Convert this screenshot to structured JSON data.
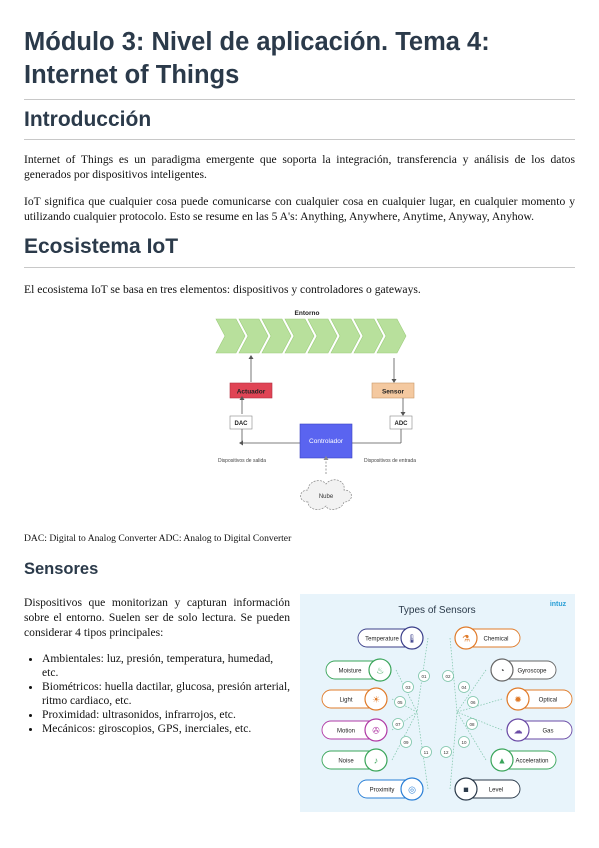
{
  "title": "Módulo 3: Nivel de aplicación. Tema 4: Internet of Things",
  "sections": {
    "intro": {
      "heading": "Introducción",
      "paragraphs": [
        "Internet of Things es un paradigma emergente que soporta la integración, transferencia y análisis de los datos generados por dispositivos inteligentes.",
        "IoT significa que cualquier cosa puede comunicarse con cualquier cosa en cualquier lugar, en cualquier momento y utilizando cualquier protocolo. Esto se resume en las 5 A's: Anything, Anywhere, Anytime, Anyway, Anyhow."
      ]
    },
    "ecosystem": {
      "heading": "Ecosistema IoT",
      "paragraph": "El ecosistema IoT se basa en tres elementos: dispositivos y controladores o gateways.",
      "diagram": {
        "entorno": "Entorno",
        "actuador": "Actuador",
        "sensor": "Sensor",
        "dac": "DAC",
        "adc": "ADC",
        "controlador": "Controlador",
        "left_label": "Dispositivos de salida",
        "right_label": "Dispositivos de entrada",
        "nube": "Nube"
      },
      "caption": "DAC: Digital to Analog Converter ADC: Analog to Digital Converter"
    },
    "sensors": {
      "heading": "Sensores",
      "paragraph": "Dispositivos que monitorizan y capturan información sobre el entorno. Suelen ser de solo lectura. Se pueden considerar 4 tipos principales:",
      "types": [
        "Ambientales: luz, presión, temperatura, humedad, etc.",
        "Biométricos: huella dactilar, glucosa, presión arterial, ritmo cardiaco, etc.",
        "Proximidad: ultrasonidos, infrarrojos, etc.",
        "Mecánicos: giroscopios, GPS, inerciales, etc."
      ],
      "infographic": {
        "title": "Types of Sensors",
        "brand": "intuz",
        "left": [
          "Temperature",
          "Moisture",
          "Light",
          "Motion",
          "Noise",
          "Proximity"
        ],
        "right": [
          "Chemical",
          "Gyroscope",
          "Optical",
          "Gas",
          "Acceleration",
          "Level"
        ],
        "numbers": [
          "01",
          "02",
          "03",
          "04",
          "05",
          "06",
          "07",
          "08",
          "09",
          "10",
          "11",
          "12"
        ]
      }
    }
  },
  "colors": {
    "heading": "#2b3a4a",
    "arrow_green": "#b8e09c",
    "actuador": "#e04455",
    "sensor": "#f4c9a0",
    "controlador": "#5a64f0"
  }
}
